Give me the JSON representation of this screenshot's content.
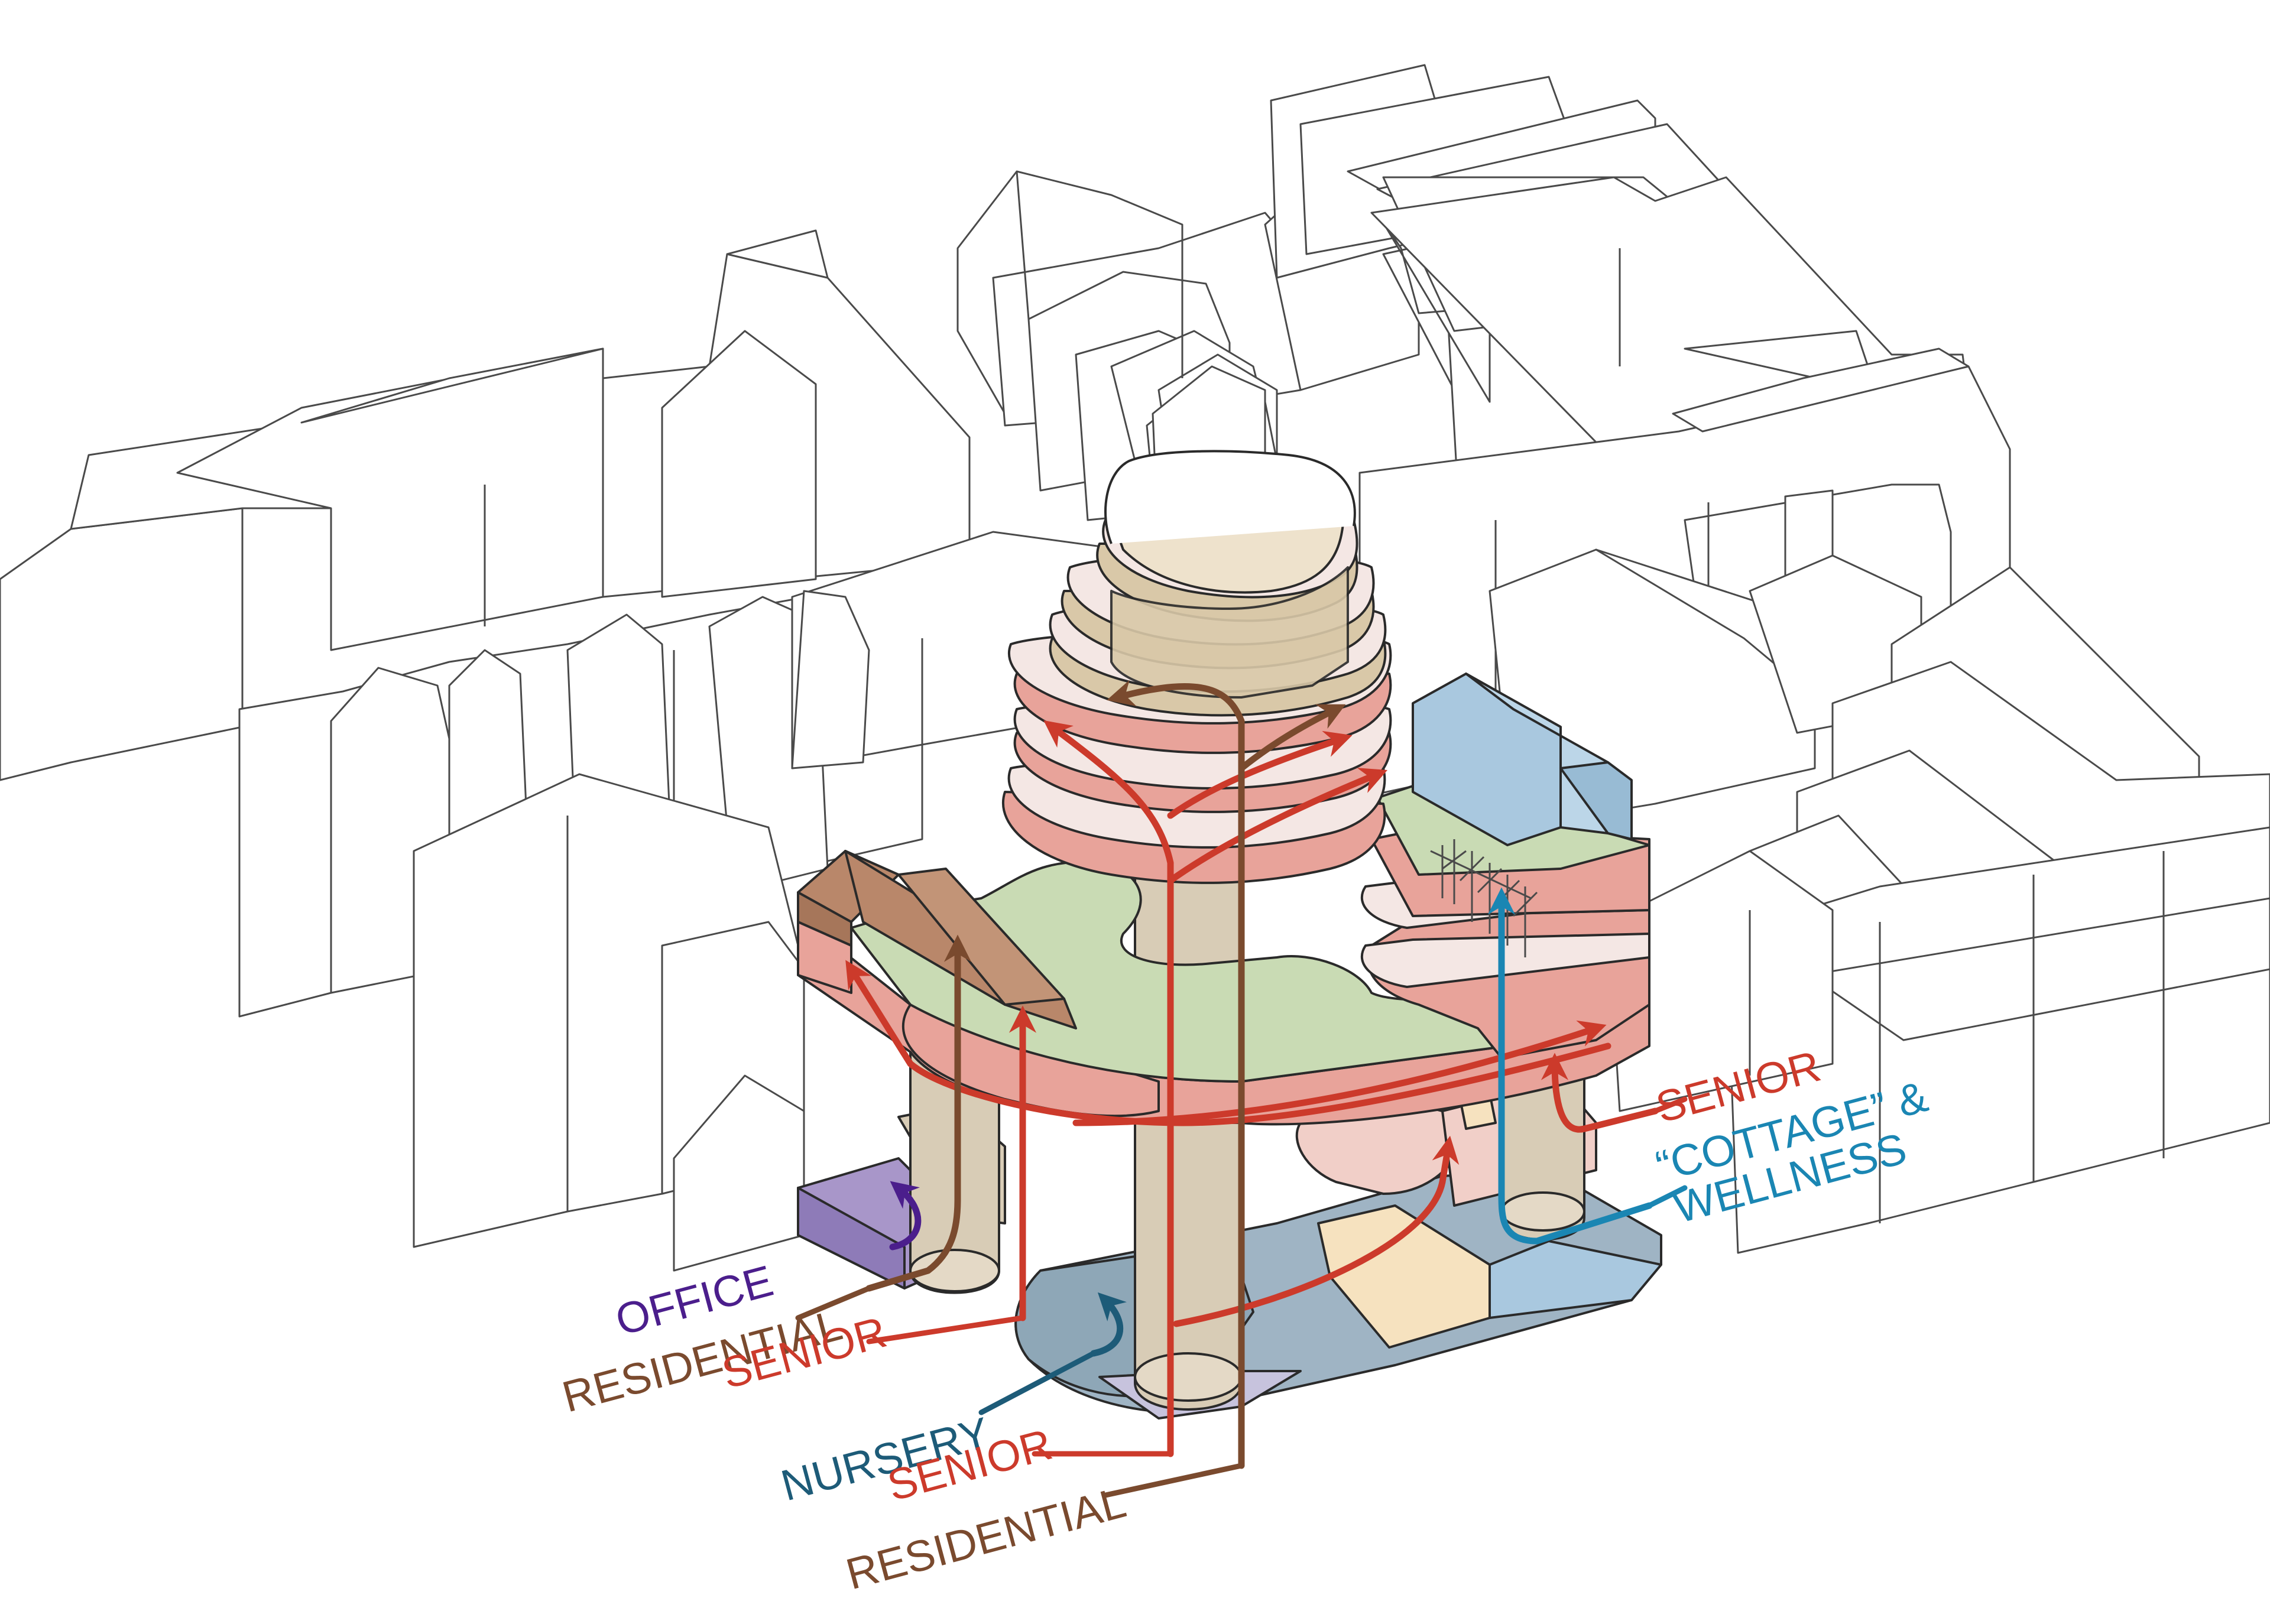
{
  "colors": {
    "senior": "#cc3a2b",
    "residential": "#7a4a2e",
    "office": "#4b1e8c",
    "nursery": "#1d5b78",
    "cottage": "#1a86b3",
    "senior_fill": "#e8a39a",
    "residential_fill": "#b9876a",
    "green_roof": "#c9dbb4",
    "tower_top": "#d9c8a8",
    "core": "#d8ccb6",
    "office_fill": "#a896c9",
    "nursery_fill": "#8ea7b7",
    "cottage_fill": "#a9c8df",
    "base_cream": "#f6e2bf"
  },
  "labels": {
    "office": "OFFICE",
    "residential_left": "RESIDENTIAL",
    "senior_left": "SENIOR",
    "nursery": "NURSERY",
    "senior_center": "SENIOR",
    "residential_center": "RESIDENTIAL",
    "senior_right": "SENIOR",
    "cottage_line1": "“COTTAGE” &",
    "cottage_line2": "WELLNESS"
  }
}
